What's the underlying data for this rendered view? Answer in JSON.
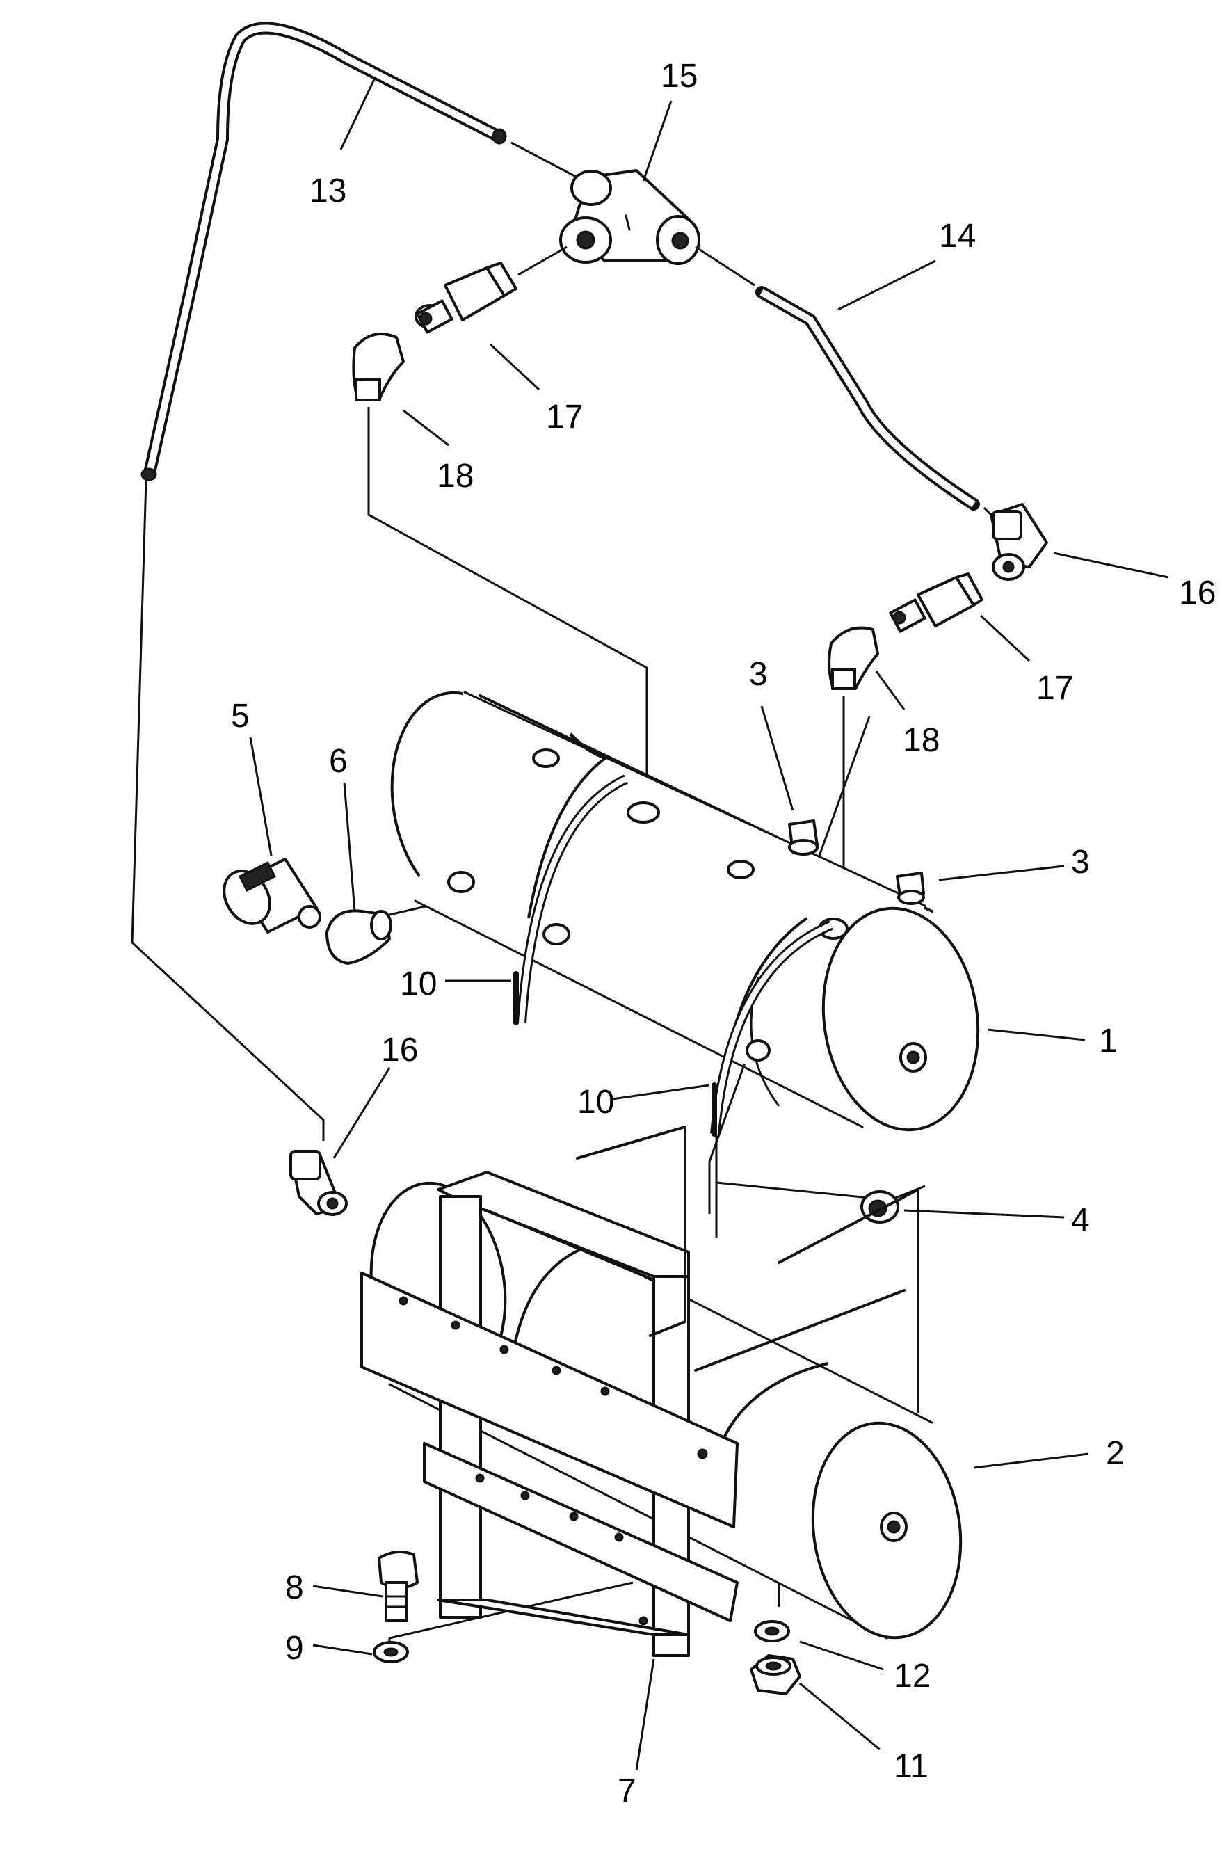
{
  "labels": {
    "l1": "1",
    "l2": "2",
    "l3a": "3",
    "l3b": "3",
    "l4": "4",
    "l5": "5",
    "l6": "6",
    "l7": "7",
    "l8": "8",
    "l9": "9",
    "l10a": "10",
    "l10b": "10",
    "l11": "11",
    "l12": "12",
    "l13": "13",
    "l14": "14",
    "l15": "15",
    "l16a": "16",
    "l16b": "16",
    "l17a": "17",
    "l17b": "17",
    "l18a": "18",
    "l18b": "18"
  }
}
